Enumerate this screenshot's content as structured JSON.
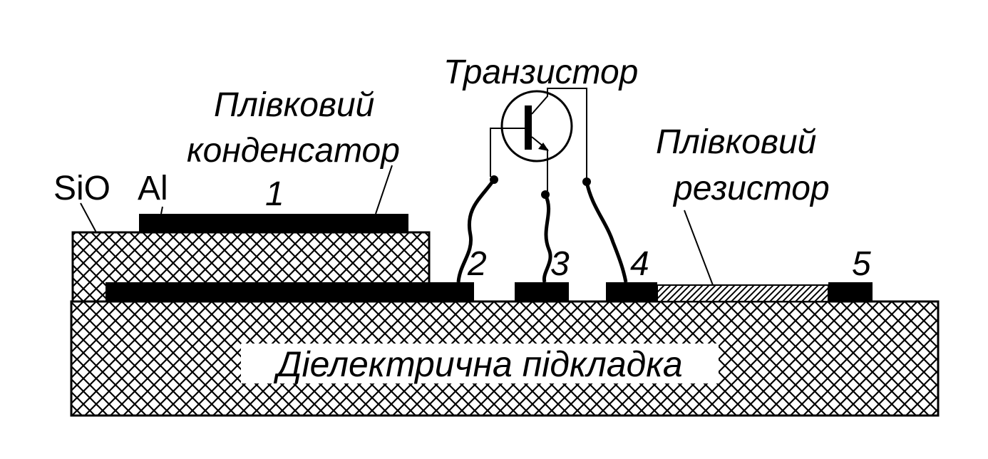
{
  "labels": {
    "sio": "SiO",
    "al": "Al",
    "num1": "1",
    "num2": "2",
    "num3": "3",
    "num4": "4",
    "num5": "5",
    "capacitor_line1": "Плівковий",
    "capacitor_line2": "конденсатор",
    "transistor": "Транзистор",
    "resistor_line1": "Плівковий",
    "resistor_line2": "резистор",
    "substrate": "Діелектрична підкладка"
  },
  "colors": {
    "ink": "#000000",
    "paper": "#ffffff"
  }
}
